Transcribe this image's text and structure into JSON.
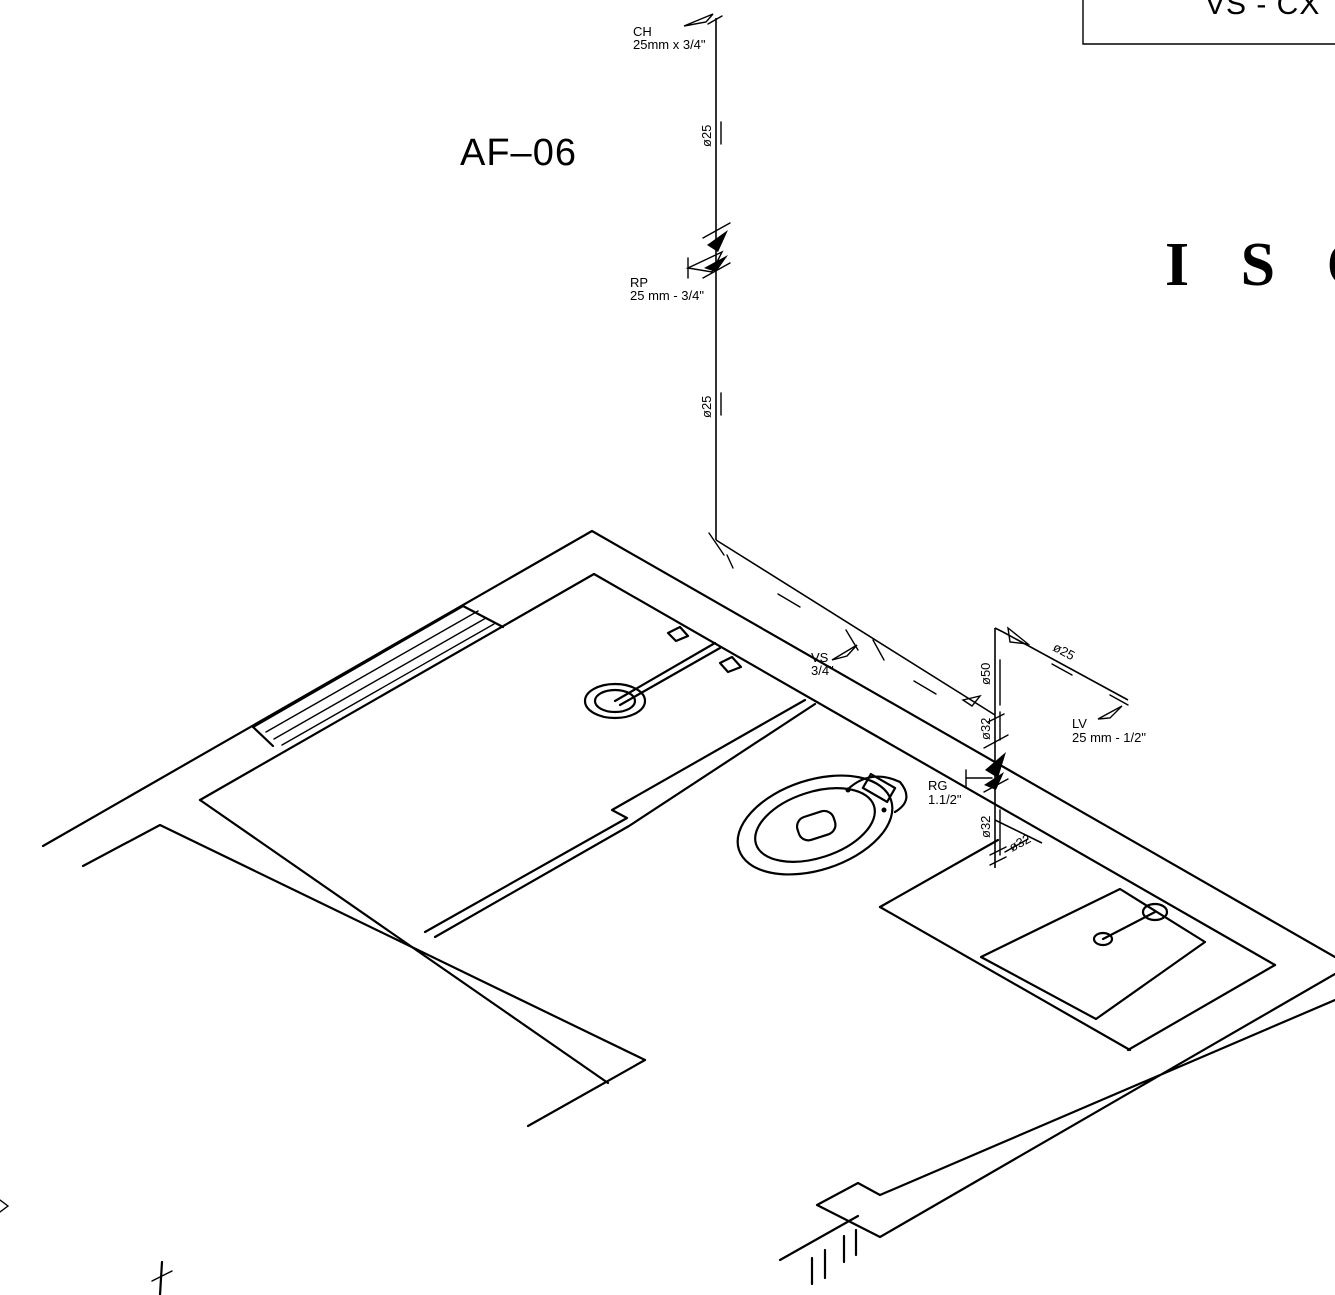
{
  "title_box": {
    "text": "VS - CX"
  },
  "drawing_title": "I S O",
  "column_tag": "AF–06",
  "fittings": {
    "ch": {
      "code": "CH",
      "size": "25mm x 3/4\""
    },
    "rp": {
      "code": "RP",
      "size": "25 mm - 3/4\""
    },
    "vs": {
      "code": "VS",
      "size": "3/4\""
    },
    "rg": {
      "code": "RG",
      "size": "1.1/2\""
    },
    "lv": {
      "code": "LV",
      "size": "25 mm - 1/2\""
    }
  },
  "pipe_diameters": {
    "riser_upper": "ø25",
    "riser_lower": "ø25",
    "branch_lv": "ø25",
    "riser_50": "ø50",
    "riser_32_upper": "ø32",
    "riser_32_lower": "ø32",
    "branch_32": "ø32"
  }
}
